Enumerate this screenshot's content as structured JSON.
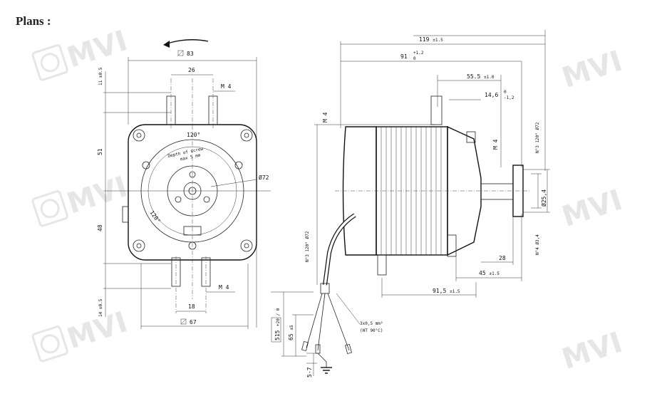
{
  "heading": "Plans :",
  "watermark": {
    "brand": "MVI"
  },
  "front_view": {
    "dims": {
      "square_top": "83",
      "bolt_spacing_top": "26",
      "thread_top": "M 4",
      "height_top": "11",
      "height_top_tol": "±0.5",
      "upper_height": "51",
      "lower_height": "48",
      "bottom_tab": "14",
      "bottom_tab_tol": "±0.5",
      "bolt_spacing_bottom": "18",
      "thread_bottom": "M 4",
      "square_bottom": "67",
      "hub_circle": "Ø72",
      "angle_top": "120°",
      "angle_left": "120°",
      "screw_note_line1": "Depth of screw",
      "screw_note_line2": "max 5 mm"
    }
  },
  "side_view": {
    "dims": {
      "overall_length": "119",
      "overall_length_tol": "±1.5",
      "length_to_flange": "91",
      "length_to_flange_tol_upper": "+1.2",
      "length_to_flange_tol_lower": "0",
      "shaft_length": "55.5",
      "shaft_length_tol": "±1.0",
      "shoulder": "14,6",
      "shoulder_tol_upper": "0",
      "shoulder_tol_lower": "-1,2",
      "thread_left": "M 4",
      "thread_shaft": "M 4",
      "bolt_circle_right": "N°3 120° Ø72",
      "shaft_dia": "Ø25,4",
      "mount_holes": "N°4 Ø3,4",
      "shaft_end": "28",
      "flange_offset": "45",
      "flange_offset_tol": "±1.5",
      "body_length": "91,5",
      "body_length_tol": "±1.5",
      "bolt_circle_left": "N°3 120° Ø72",
      "cable_length": "515",
      "cable_length_tol": "+20 / 0",
      "strip_length": "65",
      "strip_length_tol": "±5",
      "cable_spec_line1": "3x0,5 mm²",
      "cable_spec_line2": "(HT 90°C)",
      "earth_strip": "5-7"
    }
  }
}
